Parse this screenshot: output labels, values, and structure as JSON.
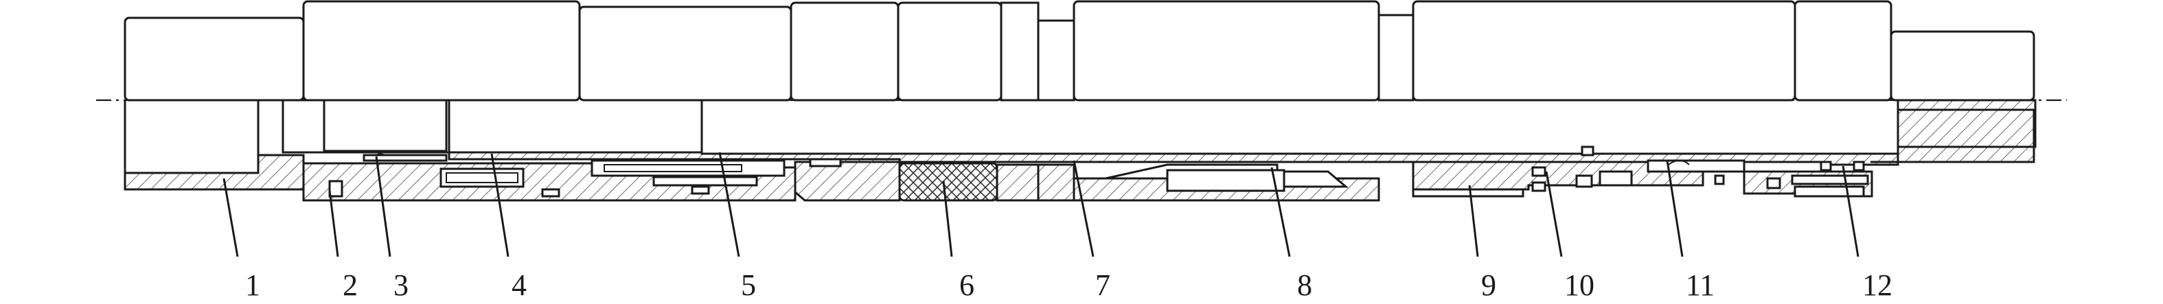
{
  "diagram": {
    "type": "mechanical-section-drawing",
    "part_labels": [
      {
        "id": "p1",
        "text": "1"
      },
      {
        "id": "p2",
        "text": "2"
      },
      {
        "id": "p3",
        "text": "3"
      },
      {
        "id": "p4",
        "text": "4"
      },
      {
        "id": "p5",
        "text": "5"
      },
      {
        "id": "p6",
        "text": "6"
      },
      {
        "id": "p7",
        "text": "7"
      },
      {
        "id": "p8",
        "text": "8"
      },
      {
        "id": "p9",
        "text": "9"
      },
      {
        "id": "p10",
        "text": "10"
      },
      {
        "id": "p11",
        "text": "11"
      },
      {
        "id": "p12",
        "text": "12"
      }
    ]
  }
}
